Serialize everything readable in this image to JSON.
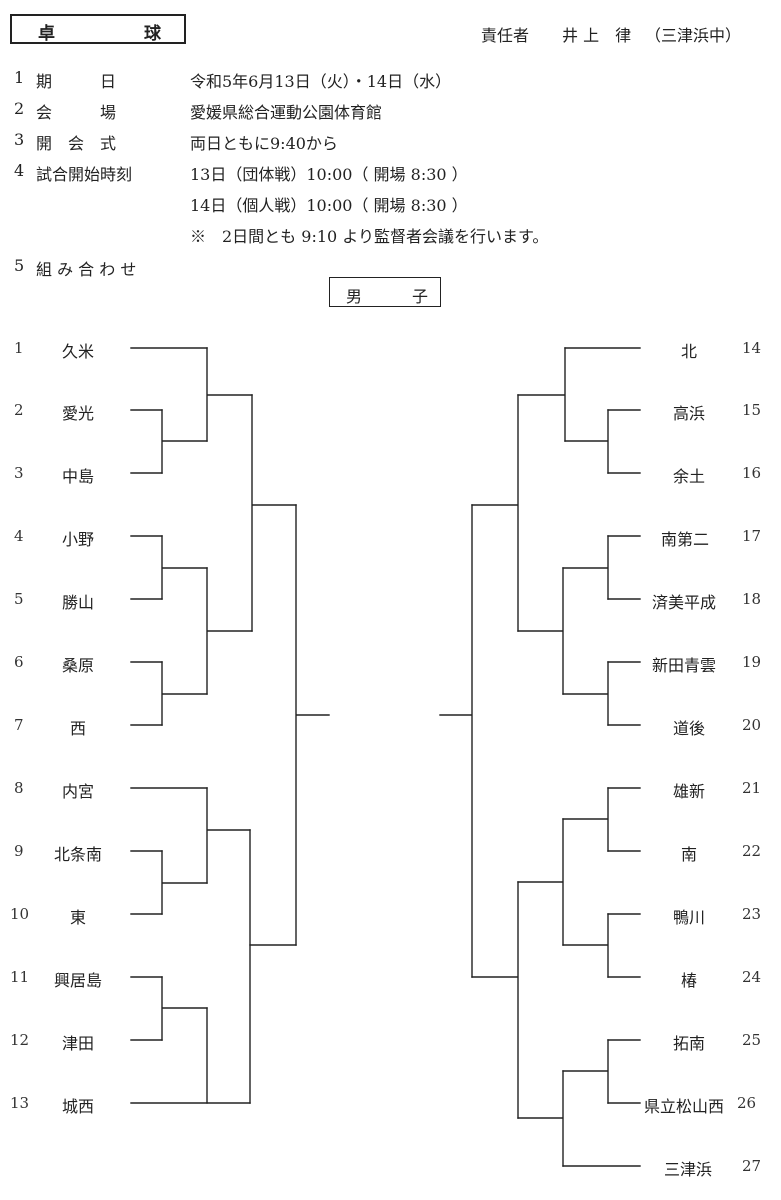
{
  "header": {
    "sport_char1": "卓",
    "sport_char2": "球",
    "responsible_label": "責任者",
    "responsible_name": "井 上　律",
    "responsible_school": "（三津浜中）"
  },
  "info": [
    {
      "num": "1",
      "label": "期　　　日",
      "value": "令和5年6月13日（火）・14日（水）"
    },
    {
      "num": "2",
      "label": "会　　　場",
      "value": "愛媛県総合運動公園体育館"
    },
    {
      "num": "3",
      "label": "開　会　式",
      "value": "両日ともに9:40から"
    },
    {
      "num": "4",
      "label": "試合開始時刻",
      "value": "13日（団体戦）10:00（ 開場 8:30 ）"
    }
  ],
  "info_extra": [
    "14日（個人戦）10:00（ 開場 8:30 ）",
    "※　2日間とも 9:10 より監督者会議を行います。"
  ],
  "section5": {
    "num": "5",
    "label": "組 み 合 わ せ"
  },
  "gender": {
    "char1": "男",
    "char2": "子"
  },
  "teams_left": [
    {
      "num": "1",
      "name": "久米"
    },
    {
      "num": "2",
      "name": "愛光"
    },
    {
      "num": "3",
      "name": "中島"
    },
    {
      "num": "4",
      "name": "小野"
    },
    {
      "num": "5",
      "name": "勝山"
    },
    {
      "num": "6",
      "name": "桑原"
    },
    {
      "num": "7",
      "name": "西"
    },
    {
      "num": "8",
      "name": "内宮"
    },
    {
      "num": "9",
      "name": "北条南"
    },
    {
      "num": "10",
      "name": "東"
    },
    {
      "num": "11",
      "name": "興居島"
    },
    {
      "num": "12",
      "name": "津田"
    },
    {
      "num": "13",
      "name": "城西"
    }
  ],
  "teams_right": [
    {
      "num": "14",
      "name": "北"
    },
    {
      "num": "15",
      "name": "高浜"
    },
    {
      "num": "16",
      "name": "余土"
    },
    {
      "num": "17",
      "name": "南第二"
    },
    {
      "num": "18",
      "name": "済美平成"
    },
    {
      "num": "19",
      "name": "新田青雲"
    },
    {
      "num": "20",
      "name": "道後"
    },
    {
      "num": "21",
      "name": "雄新"
    },
    {
      "num": "22",
      "name": "南"
    },
    {
      "num": "23",
      "name": "鴨川"
    },
    {
      "num": "24",
      "name": "椿"
    },
    {
      "num": "25",
      "name": "拓南"
    },
    {
      "num": "26",
      "name": "県立松山西"
    },
    {
      "num": "27",
      "name": "三津浜"
    }
  ]
}
